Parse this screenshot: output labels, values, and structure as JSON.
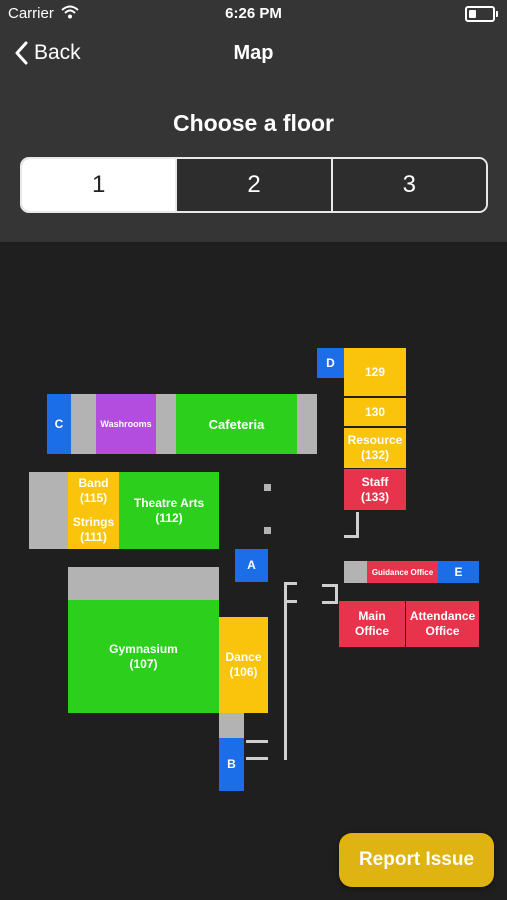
{
  "status": {
    "carrier": "Carrier",
    "time": "6:26 PM"
  },
  "nav": {
    "back_label": "Back",
    "title": "Map"
  },
  "floor_picker": {
    "heading": "Choose a floor",
    "options": [
      "1",
      "2",
      "3"
    ],
    "selected": "1"
  },
  "rooms": {
    "washrooms": "Washrooms",
    "cafeteria": "Cafeteria",
    "band": "Band\n(115)",
    "strings": "Strings\n(111)",
    "theatre_arts": "Theatre Arts\n(112)",
    "gymnasium": "Gymnasium\n(107)",
    "dance": "Dance\n(106)",
    "room_129": "129",
    "room_130": "130",
    "resource": "Resource\n(132)",
    "staff": "Staff\n(133)",
    "guidance_office": "Guidance Office",
    "main_office": "Main\nOffice",
    "attendance_office": "Attendance\nOffice"
  },
  "doors": {
    "a": "A",
    "b": "B",
    "c": "C",
    "d": "D",
    "e": "E"
  },
  "report_label": "Report Issue",
  "colors": {
    "classroom": "#2bcf1c",
    "small_room": "#fbc40c",
    "office": "#e8334c",
    "washroom": "#b34de0",
    "entrance": "#1b6de8",
    "structure": "#b3b3b3",
    "report_button": "#dfb312"
  }
}
